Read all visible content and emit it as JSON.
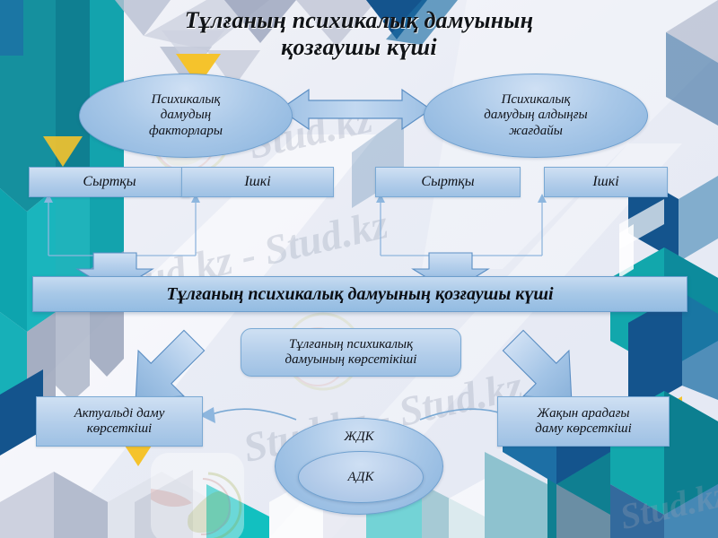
{
  "slide": {
    "title_line1": "Тұлғаның психикалық дамуының",
    "title_line2": "қозғаушы күші",
    "watermarks": [
      "Stud.kz",
      "Stud.kz - Stud.kz",
      "Stud.kz - Stud.kz",
      "Stud.kz"
    ]
  },
  "nodes": {
    "ellipse_left": {
      "line1": "Психикалық",
      "line2": "дамудың",
      "line3": "факторлары"
    },
    "ellipse_right": {
      "line1": "Психикалық",
      "line2": "дамудың алдыңғы",
      "line3": "жағдайы"
    },
    "box_left_outer": "Сыртқы",
    "box_left_inner": "Ішкі",
    "box_right_outer": "Сыртқы",
    "box_right_inner": "Ішкі",
    "banner": "Тұлғаның психикалық дамуының қозғаушы күші",
    "indicator": {
      "line1": "Тұлғаның психикалық",
      "line2": "дамуының көрсетікіші"
    },
    "actual": {
      "line1": "Актуальді даму",
      "line2": "көрсеткіші"
    },
    "proximal": {
      "line1": "Жақын арадағы",
      "line2": "даму көрсеткіші"
    },
    "circle_outer": "ЖДК",
    "circle_inner": "АДК"
  },
  "colors": {
    "slide_background": "#eceef6",
    "node_fill": "#a9c8e8",
    "node_border": "#6fa0cf",
    "arrow_fill": "#8db6de",
    "arrow_border": "#5c8fc4",
    "accent_teal": "#12a7ac",
    "accent_navy": "#14548d",
    "accent_yellow": "#f5c32c",
    "text": "#10131a"
  }
}
